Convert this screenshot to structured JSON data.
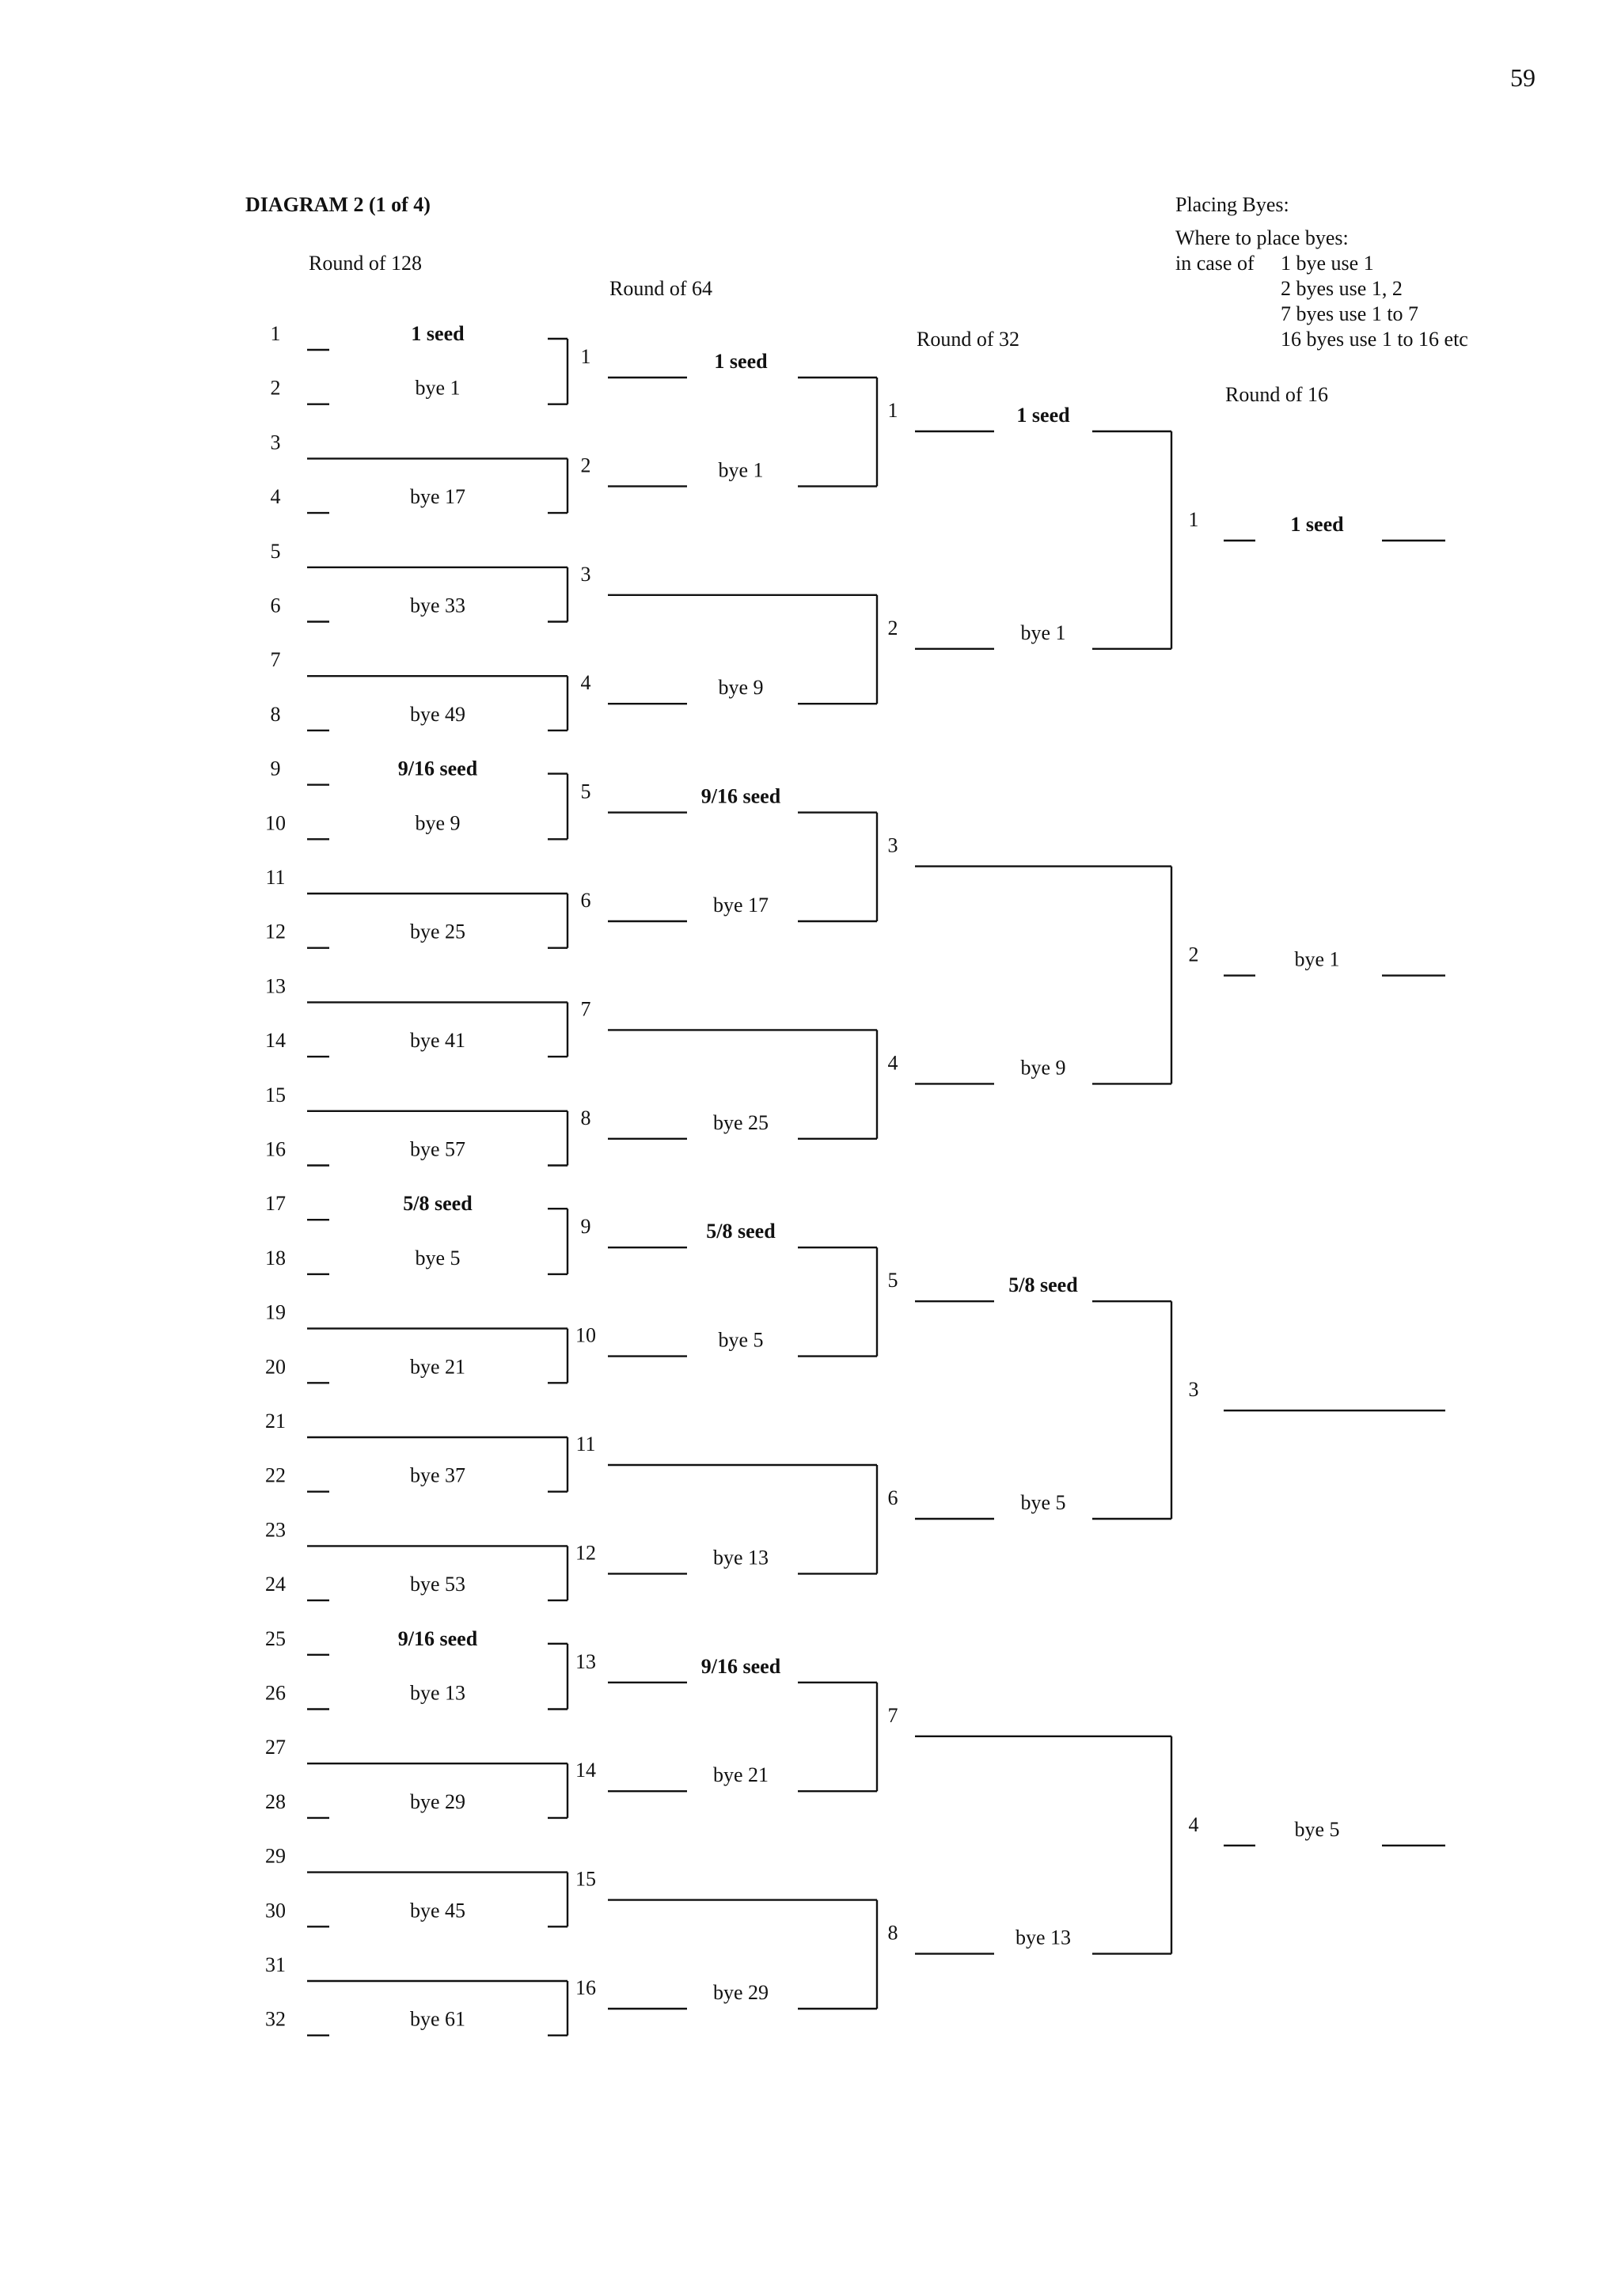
{
  "page_number": "59",
  "diagram_title": "DIAGRAM 2 (1 of 4)",
  "byes_info": {
    "heading": "Placing Byes:",
    "line1": "Where to place byes:",
    "prefix": "in case of",
    "rules": [
      "1 bye use 1",
      "2 byes use 1, 2",
      "7 byes use 1 to 7",
      "16 byes use 1 to 16 etc"
    ]
  },
  "round_labels": [
    "Round of 128",
    "Round of 64",
    "Round of 32",
    "Round of 16"
  ],
  "rounds": [
    {
      "slots": [
        {
          "num": "1",
          "name": "1 seed",
          "bold": true
        },
        {
          "num": "2",
          "name": "bye 1"
        },
        {
          "num": "3",
          "name": ""
        },
        {
          "num": "4",
          "name": "bye 17"
        },
        {
          "num": "5",
          "name": ""
        },
        {
          "num": "6",
          "name": "bye 33"
        },
        {
          "num": "7",
          "name": ""
        },
        {
          "num": "8",
          "name": "bye 49"
        },
        {
          "num": "9",
          "name": "9/16 seed",
          "bold": true
        },
        {
          "num": "10",
          "name": "bye 9"
        },
        {
          "num": "11",
          "name": ""
        },
        {
          "num": "12",
          "name": "bye 25"
        },
        {
          "num": "13",
          "name": ""
        },
        {
          "num": "14",
          "name": "bye 41"
        },
        {
          "num": "15",
          "name": ""
        },
        {
          "num": "16",
          "name": "bye 57"
        },
        {
          "num": "17",
          "name": "5/8 seed",
          "bold": true
        },
        {
          "num": "18",
          "name": "bye 5"
        },
        {
          "num": "19",
          "name": ""
        },
        {
          "num": "20",
          "name": "bye 21"
        },
        {
          "num": "21",
          "name": ""
        },
        {
          "num": "22",
          "name": "bye 37"
        },
        {
          "num": "23",
          "name": ""
        },
        {
          "num": "24",
          "name": "bye 53"
        },
        {
          "num": "25",
          "name": "9/16 seed",
          "bold": true
        },
        {
          "num": "26",
          "name": "bye 13"
        },
        {
          "num": "27",
          "name": ""
        },
        {
          "num": "28",
          "name": "bye 29"
        },
        {
          "num": "29",
          "name": ""
        },
        {
          "num": "30",
          "name": "bye 45"
        },
        {
          "num": "31",
          "name": ""
        },
        {
          "num": "32",
          "name": "bye 61"
        }
      ]
    },
    {
      "slots": [
        {
          "num": "1",
          "name": "1 seed",
          "bold": true
        },
        {
          "num": "2",
          "name": "bye 1"
        },
        {
          "num": "3",
          "name": ""
        },
        {
          "num": "4",
          "name": "bye 9"
        },
        {
          "num": "5",
          "name": "9/16 seed",
          "bold": true
        },
        {
          "num": "6",
          "name": "bye 17"
        },
        {
          "num": "7",
          "name": ""
        },
        {
          "num": "8",
          "name": "bye 25"
        },
        {
          "num": "9",
          "name": "5/8 seed",
          "bold": true
        },
        {
          "num": "10",
          "name": "bye 5"
        },
        {
          "num": "11",
          "name": ""
        },
        {
          "num": "12",
          "name": "bye 13"
        },
        {
          "num": "13",
          "name": "9/16 seed",
          "bold": true
        },
        {
          "num": "14",
          "name": "bye 21"
        },
        {
          "num": "15",
          "name": ""
        },
        {
          "num": "16",
          "name": "bye 29"
        }
      ]
    },
    {
      "slots": [
        {
          "num": "1",
          "name": "1 seed",
          "bold": true
        },
        {
          "num": "2",
          "name": "bye 1"
        },
        {
          "num": "3",
          "name": ""
        },
        {
          "num": "4",
          "name": "bye 9"
        },
        {
          "num": "5",
          "name": "5/8 seed",
          "bold": true
        },
        {
          "num": "6",
          "name": "bye 5"
        },
        {
          "num": "7",
          "name": ""
        },
        {
          "num": "8",
          "name": "bye 13"
        }
      ]
    },
    {
      "slots": [
        {
          "num": "1",
          "name": "1 seed",
          "bold": true
        },
        {
          "num": "2",
          "name": "bye 1"
        },
        {
          "num": "3",
          "name": ""
        },
        {
          "num": "4",
          "name": "bye 5"
        }
      ]
    }
  ]
}
